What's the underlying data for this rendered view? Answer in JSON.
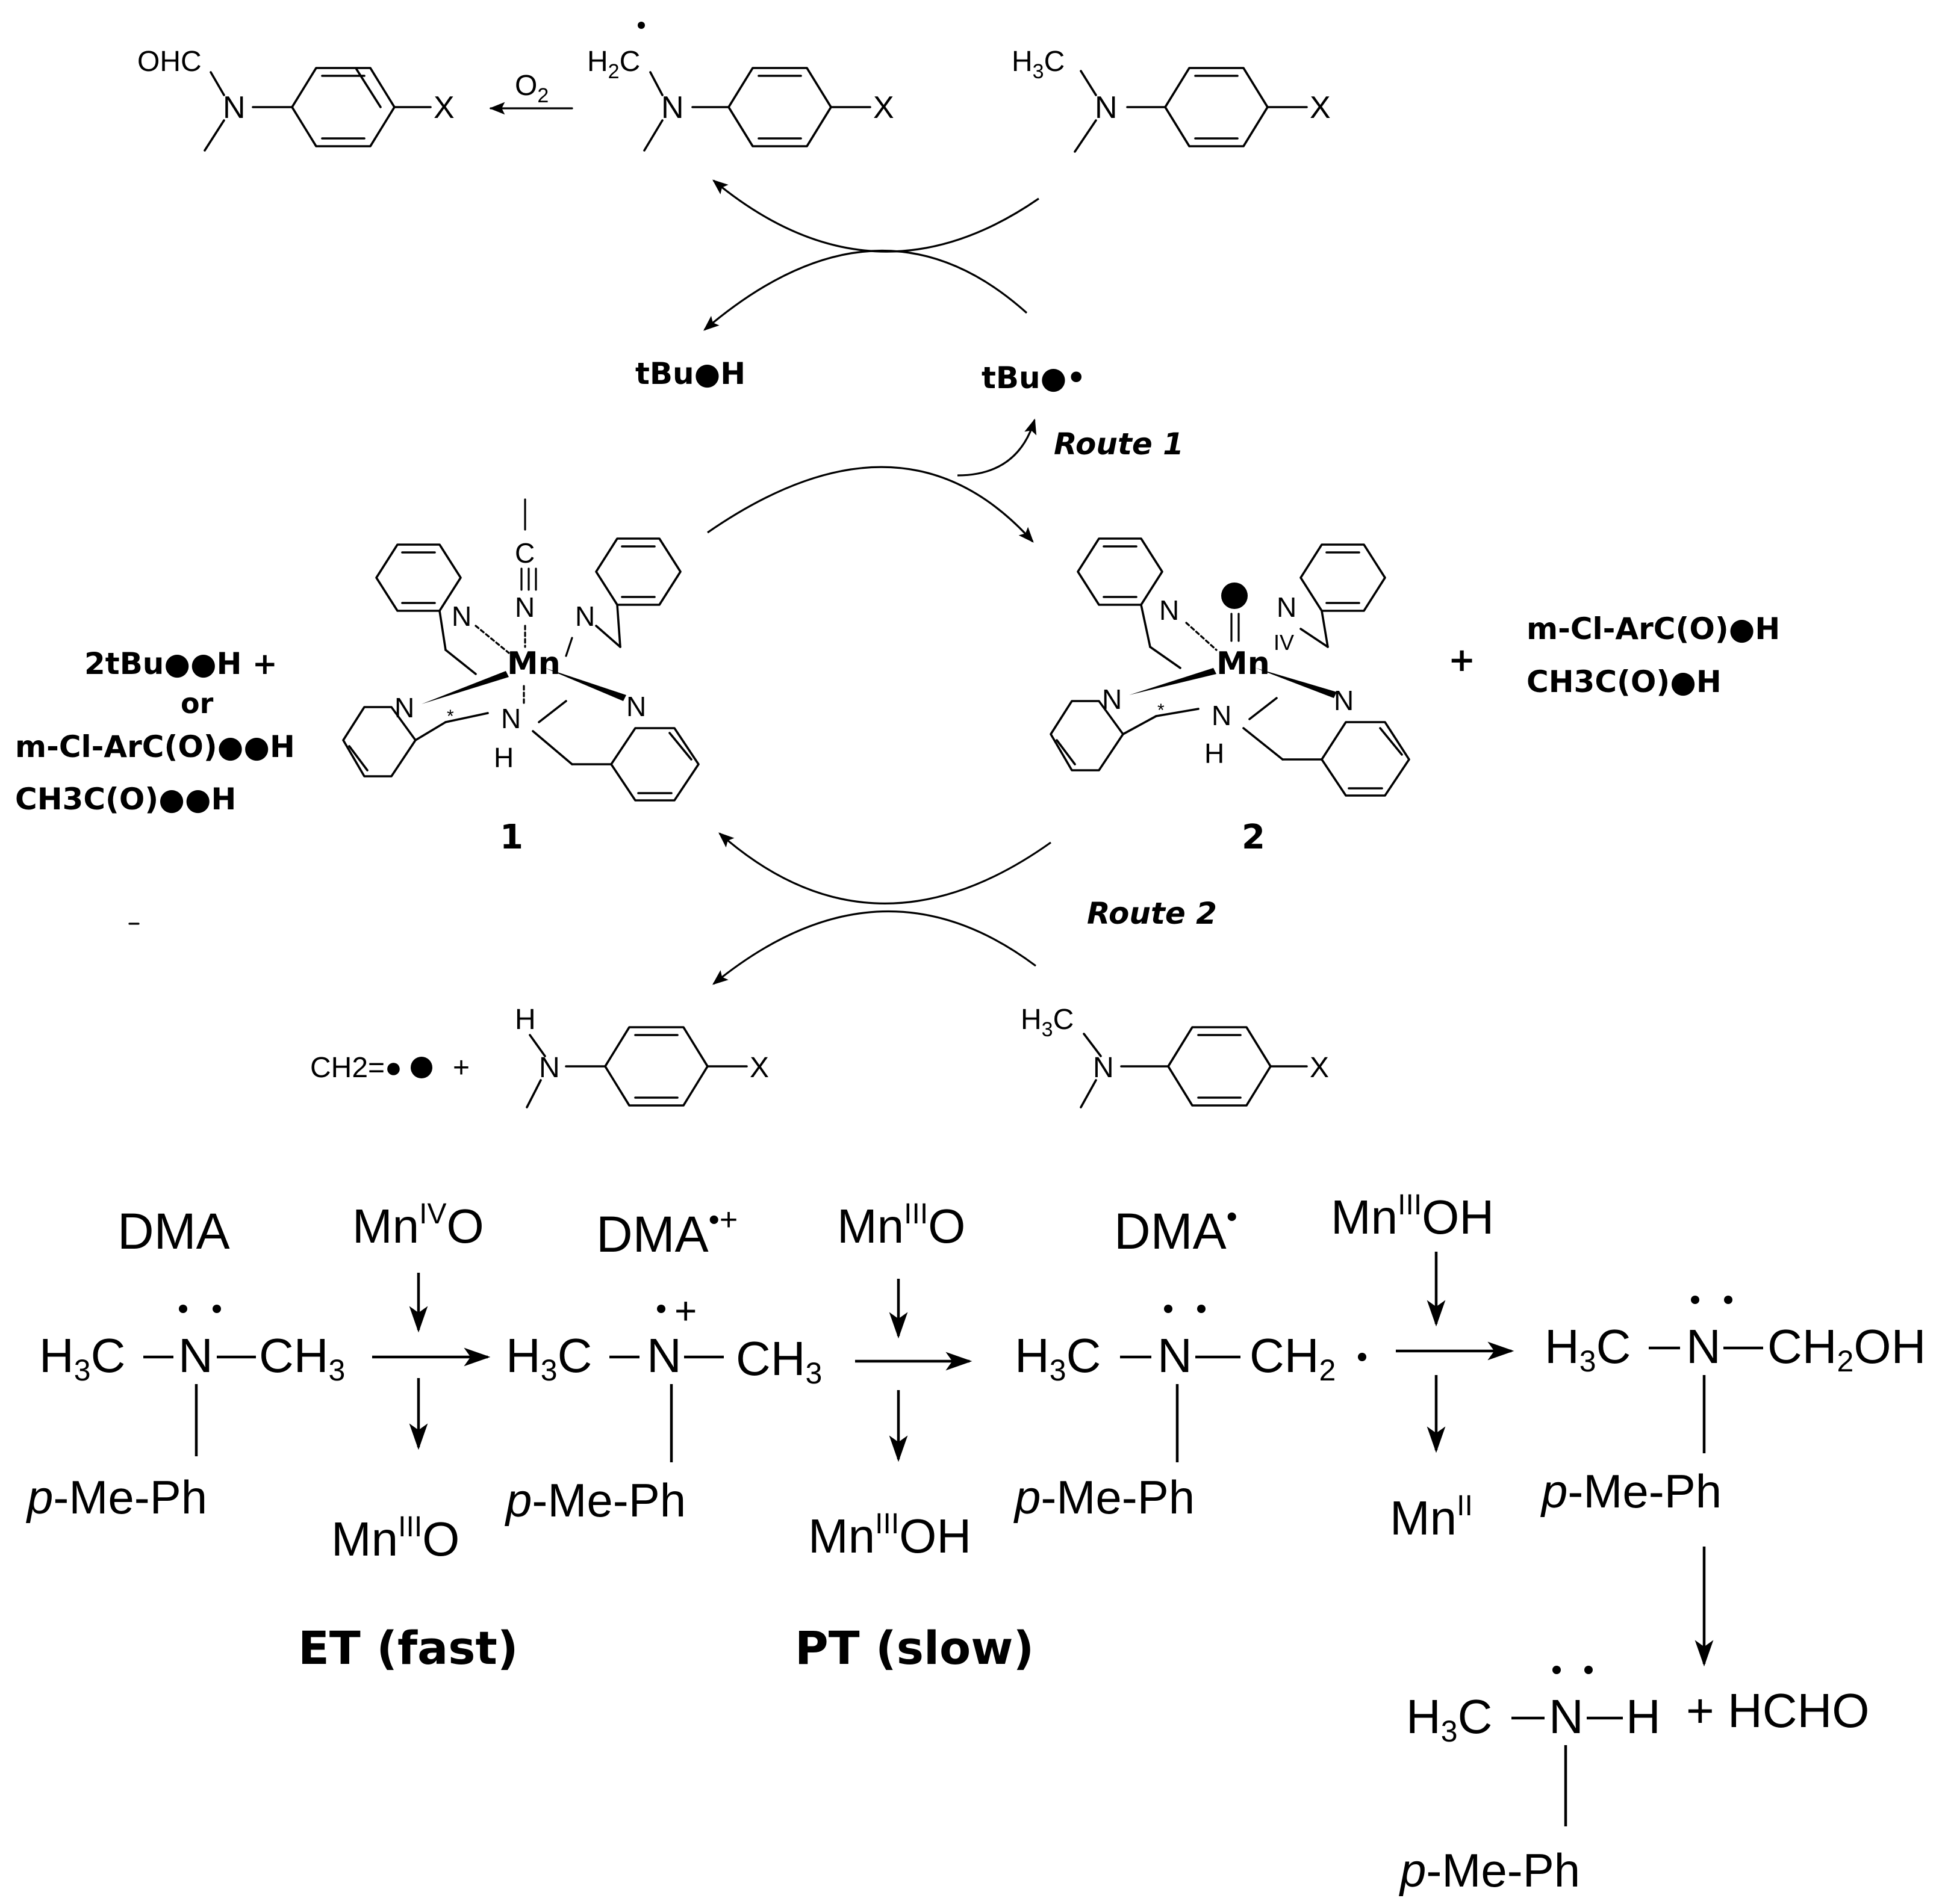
{
  "colors": {
    "ink": "#000000",
    "background": "#ffffff"
  },
  "atoms": {
    "N": "N",
    "H": "H",
    "X": "X",
    "Mn": "Mn",
    "C": "C",
    "CHO": "OHC",
    "H2C": "H",
    "H3C": "H",
    "sub2": "2",
    "sub3": "3",
    "CH3": "CH",
    "star": "*"
  },
  "cycle": {
    "o2": "O",
    "o2_sub": "2",
    "tbuoh_top": "tBu●H",
    "tbuo_radical": "tBu●•",
    "route1": "Route 1",
    "route2": "Route 2",
    "oxidants": {
      "line1": "2tBu●●H  +",
      "or": "or",
      "line2": "m-Cl-ArC(O)●●H",
      "line3": "CH3C(O)●●H"
    },
    "byproducts": {
      "plus": "+",
      "line1": "m-Cl-ArC(O)●H",
      "line2": "CH3C(O)●H"
    },
    "complex1_label": "1",
    "complex2_label": "2",
    "complex2_ox": "IV",
    "ch2o": "CH2=●",
    "plus": "+"
  },
  "mechanism": {
    "headers": {
      "dma": "DMA",
      "mn4o": "MnIVO",
      "dma_cation": "DMA•+",
      "mn3o": "MnIIIO",
      "dma_radical": "DMA•",
      "mn3oh": "MnIIIOH"
    },
    "below": {
      "mn3o": "MnIIIO",
      "mn3oh": "MnIIIOH",
      "mn2": "MnII"
    },
    "steps": {
      "et": "ET (fast)",
      "pt": "PT (slow)"
    },
    "substituent": "p-Me-Ph",
    "hcho": "+ HCHO",
    "ch2oh": "CH2OH"
  }
}
